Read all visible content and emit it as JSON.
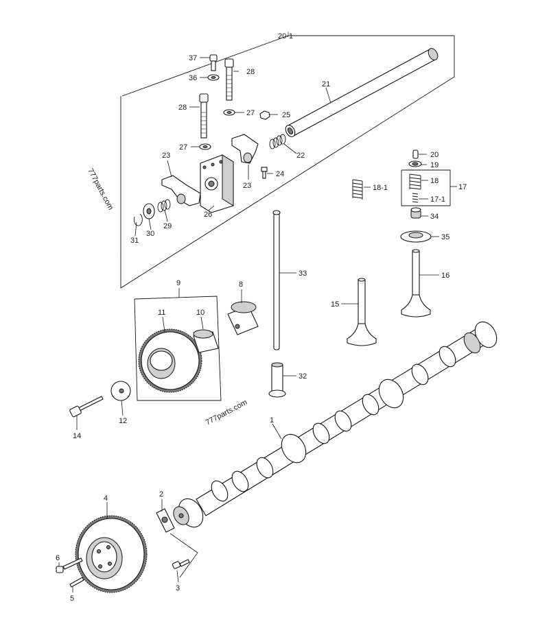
{
  "watermarks": [
    "777parts.com",
    "777parts.com"
  ],
  "labels": {
    "l20_1": "20-1",
    "l21": "21",
    "l22": "22",
    "l23a": "23",
    "l23b": "23",
    "l24": "24",
    "l25": "25",
    "l26": "26",
    "l27a": "27",
    "l27b": "27",
    "l28a": "28",
    "l28b": "28",
    "l29": "29",
    "l30": "30",
    "l31": "31",
    "l36": "36",
    "l37": "37",
    "l20": "20",
    "l19": "19",
    "l18": "18",
    "l17": "17",
    "l17_1": "17-1",
    "l18_1": "18-1",
    "l34": "34",
    "l35": "35",
    "l16": "16",
    "l15": "15",
    "l33": "33",
    "l32": "32",
    "l9": "9",
    "l8": "8",
    "l10": "10",
    "l11": "11",
    "l12": "12",
    "l14": "14",
    "l1": "1",
    "l2": "2",
    "l3": "3",
    "l4": "4",
    "l5": "5",
    "l6": "6"
  }
}
